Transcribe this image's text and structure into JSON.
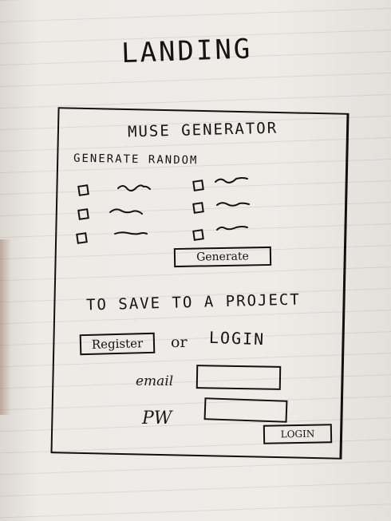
{
  "page_title": "LANDING",
  "app": {
    "title": "MUSE GENERATOR",
    "section_heading": "GENERATE RANDOM",
    "options": [
      {
        "col": 0,
        "row": 0,
        "checked": false
      },
      {
        "col": 0,
        "row": 1,
        "checked": false
      },
      {
        "col": 0,
        "row": 2,
        "checked": false
      },
      {
        "col": 1,
        "row": 0,
        "checked": false
      },
      {
        "col": 1,
        "row": 1,
        "checked": false
      },
      {
        "col": 1,
        "row": 2,
        "checked": false
      }
    ],
    "generate_label": "Generate",
    "save_prompt": "TO SAVE TO A PROJECT",
    "register_label": "Register",
    "or_text": "or",
    "login_heading": "LOGIN",
    "email_label": "email",
    "pw_label": "PW",
    "login_label": "LOGIN"
  },
  "colors": {
    "ink": "#111111",
    "paper": "#ece9e5",
    "rule_line": "#8c96b4"
  }
}
